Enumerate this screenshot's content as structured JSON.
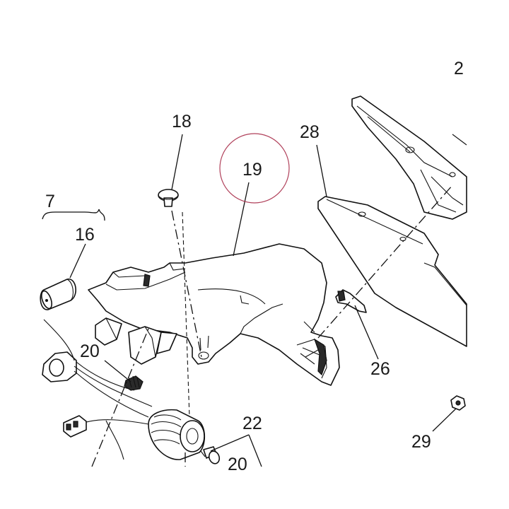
{
  "diagram": {
    "labels": {
      "l2": "2",
      "l7": "7",
      "l16": "16",
      "l18": "18",
      "l19": "19",
      "l20a": "20",
      "l20b": "20",
      "l22": "22",
      "l26": "26",
      "l28": "28",
      "l29": "29"
    },
    "highlight_color": "#b0405a",
    "line_color": "#111111"
  }
}
